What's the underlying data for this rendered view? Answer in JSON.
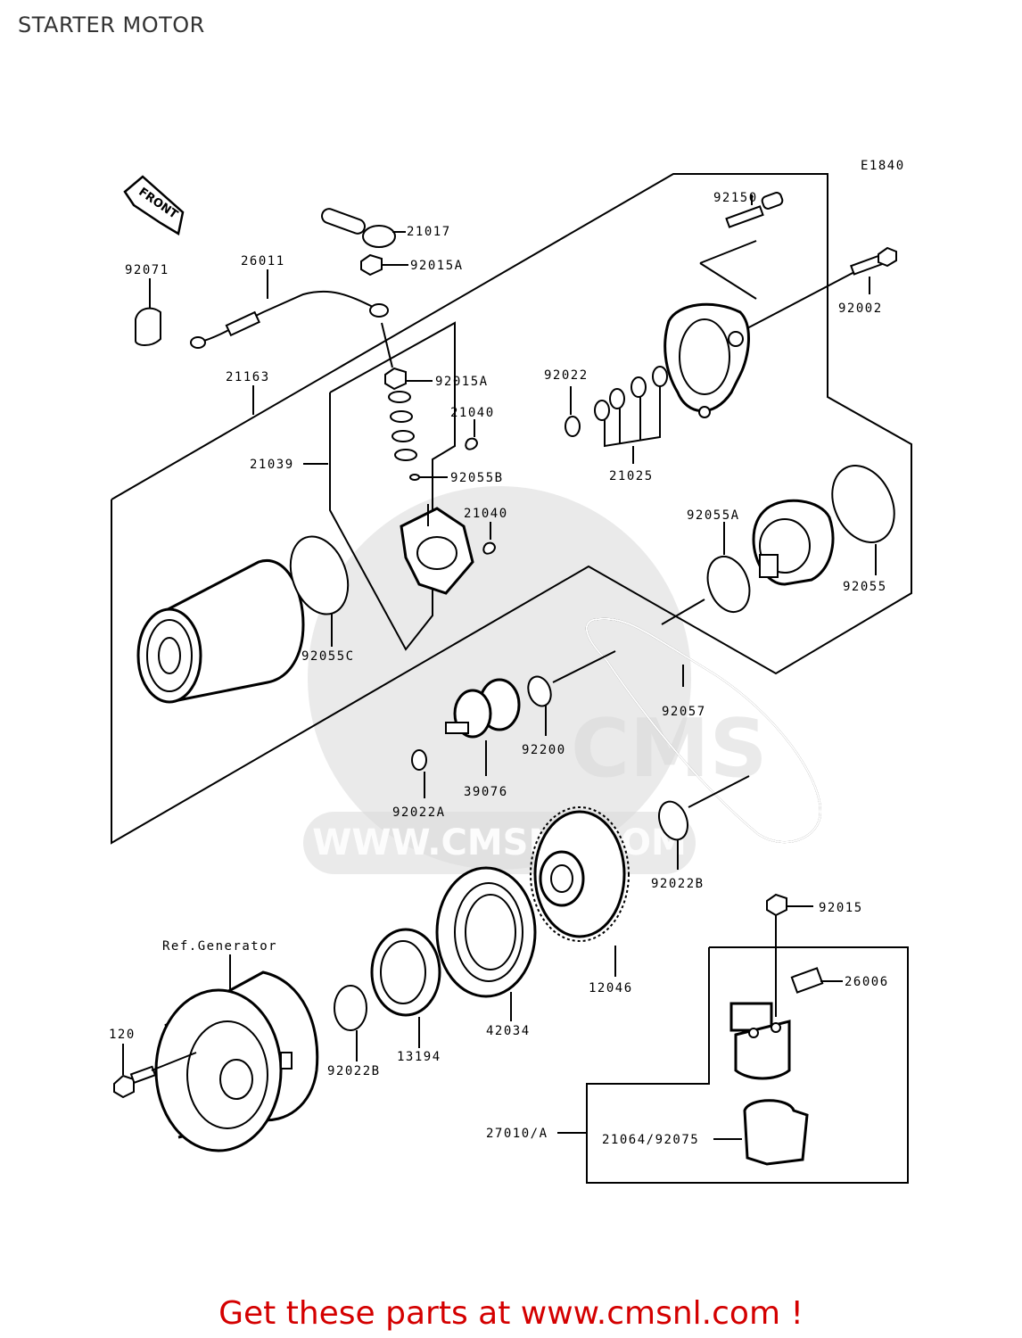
{
  "page": {
    "title": "STARTER MOTOR",
    "diagram_code": "E1840",
    "front_label": "FRONT",
    "watermark_text": "WWW.CMSNL.COM",
    "watermark_logo": "CMS",
    "footer_cta": "Get these parts at www.cmsnl.com !"
  },
  "parts": {
    "p21017": "21017",
    "p92015A_top": "92015A",
    "p26011": "26011",
    "p92071": "92071",
    "p21163": "21163",
    "p92015A_mid": "92015A",
    "p21040_a": "21040",
    "p21039": "21039",
    "p92055B": "92055B",
    "p21040_b": "21040",
    "p92055C": "92055C",
    "p92150": "92150",
    "p92002": "92002",
    "p92022": "92022",
    "p21025": "21025",
    "p92055A": "92055A",
    "p92055": "92055",
    "p92057": "92057",
    "p92200": "92200",
    "p39076": "39076",
    "p92022A": "92022A",
    "p92022B_right": "92022B",
    "p12046": "12046",
    "p42034": "42034",
    "p13194": "13194",
    "p92022B_left": "92022B",
    "p120": "120",
    "ref_generator": "Ref.Generator",
    "p92015": "92015",
    "p26006": "26006",
    "p27010A": "27010/A",
    "p21064_92075": "21064/92075"
  }
}
